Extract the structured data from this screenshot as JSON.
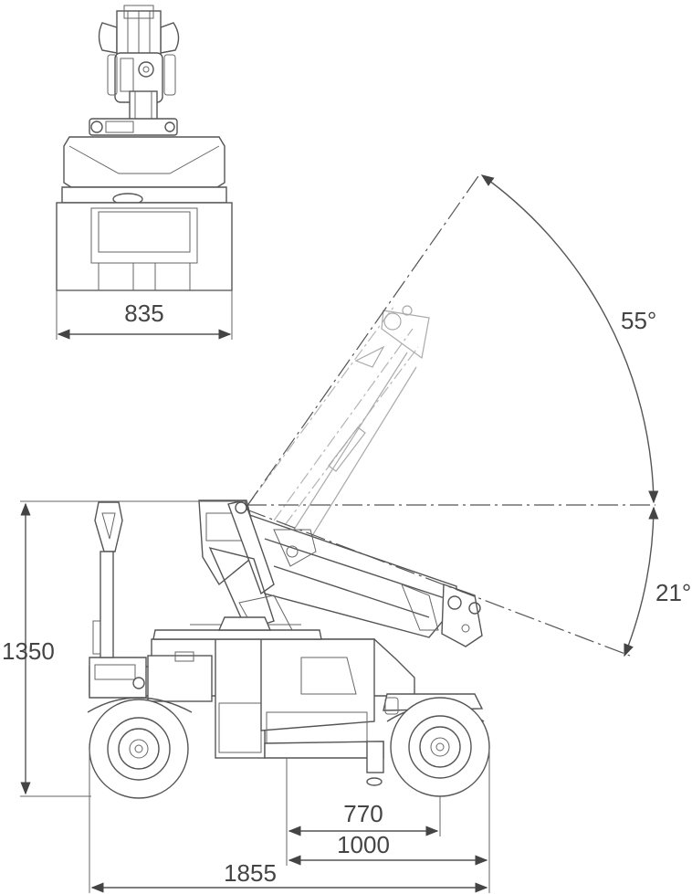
{
  "diagram": {
    "dimensions": {
      "front_width": "835",
      "total_height": "1350",
      "wheel_to_rear": "770",
      "axle_to_rear": "1000",
      "total_length": "1855"
    },
    "angles": {
      "max_up": "55°",
      "max_down": "21°"
    }
  }
}
